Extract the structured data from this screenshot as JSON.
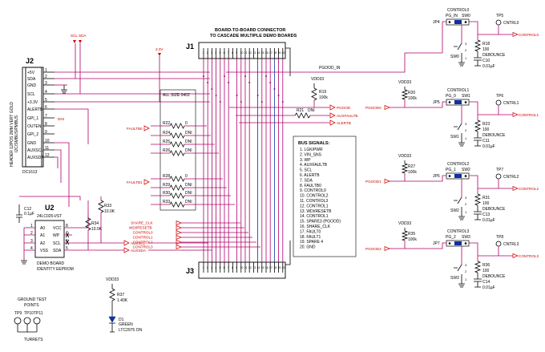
{
  "j2": {
    "ref": "J2",
    "vertical_text": [
      "HEADER 12POS 2MM VERT GOLD",
      "I2C/SMBUS/PMBUS"
    ],
    "part": "DC1613",
    "pins": [
      "+5V",
      "SDA",
      "GND",
      "SCL",
      "+3.3V",
      "ALERTB",
      "GPI_1",
      "OUTEN",
      "GPI_2",
      "GND",
      "AUXSCL",
      "AUXSDA"
    ],
    "pin_numbers": [
      "1",
      "2",
      "3",
      "4",
      "5",
      "6",
      "7",
      "8",
      "9",
      "10",
      "11",
      "12"
    ],
    "dni": "DNI"
  },
  "top_labels": {
    "scl_sda": "SCL SDA",
    "v33": "3.3V"
  },
  "j1": {
    "ref": "J1",
    "title_line1": "BOARD-TO-BOARD CONNECTOR",
    "title_line2": "TO CASCADE MULTIPLE DEMO BOARDS"
  },
  "j3": {
    "ref": "J3"
  },
  "pgood_in": "PGOOD_IN",
  "r19": {
    "supply": "VDD33",
    "ref": "R19",
    "value": "100k"
  },
  "r21": {
    "ref": "R21",
    "value": "DNI"
  },
  "nets_right": {
    "pgood": "PGOOD",
    "auxfaultb": "AUXFAULTB",
    "alertb": "ALERTB"
  },
  "array": {
    "title": "ALL SIZE 0402",
    "rows": [
      {
        "ref": "R22",
        "value": "0"
      },
      {
        "ref": "R24",
        "value": "DNI"
      },
      {
        "ref": "R25",
        "value": "DNI"
      },
      {
        "ref": "R26",
        "value": "DNI"
      },
      {
        "ref": "R28",
        "value": "0"
      },
      {
        "ref": "R29",
        "value": "DNI"
      },
      {
        "ref": "R30",
        "value": "DNI"
      },
      {
        "ref": "R33",
        "value": "DNI"
      }
    ]
  },
  "fault_labels": {
    "f0": "FAULTB0",
    "f1": "FAULTB1"
  },
  "bottom_nets": [
    "SHARE_CLK",
    "WDI/RESETB",
    "CONTROL0",
    "CONTROL1",
    "CONTROL2",
    "CONTROL3"
  ],
  "bus_signals": {
    "title": "BUS SIGNALS:",
    "items": [
      "1. LGK/PWR",
      "2. VIN_SNS",
      "3. WP",
      "4. AUXFAULTB",
      "5. SCL",
      "6. ALERTB",
      "7. SDA",
      "8. FAULTB0",
      "9. CONTROL0",
      "10. CONTROL2",
      "11. CONTROL3",
      "12. CONTROL1",
      "13. WDI/RESETB",
      "14. CONTROL1",
      "15. SPARE3 (PGOOD)",
      "16. SHARE_CLK",
      "17. FAULT0",
      "18. FAULT1",
      "19. SPARE 4",
      "20. GND"
    ]
  },
  "u2": {
    "ref": "U2",
    "part": "24LC025-I/ST",
    "left_pins": [
      "A0",
      "A1",
      "A2",
      "VSS"
    ],
    "right_pins": [
      "VCC",
      "WP",
      "SCL",
      "SDA"
    ],
    "caption_line1": "DEMO BOARD",
    "caption_line2": "IDENTITY EEPROM",
    "left_nums": [
      "1",
      "2",
      "3",
      "4"
    ],
    "right_nums": [
      "8",
      "7",
      "6",
      "5"
    ]
  },
  "c12": {
    "ref": "C12",
    "value": "0.1µF"
  },
  "r33b": {
    "ref": "R33",
    "value": "10.0K"
  },
  "r34": {
    "ref": "R34",
    "value": "10.0K"
  },
  "aux_nets": {
    "scl": "AUXSCL",
    "sda": "AUXSDA"
  },
  "led": {
    "supply": "VDD33",
    "r_ref": "R37",
    "r_value": "1.40K",
    "d_ref": "D1",
    "d_color": "GREEN",
    "d_part": "LTC2975 ON"
  },
  "ground_tps": {
    "title_line1": "GROUND TEST",
    "title_line2": "POINTS",
    "labels": [
      "TP9",
      "TP10",
      "TP11"
    ],
    "caption": "TURRETS"
  },
  "channels": [
    {
      "title": "CONTROL0",
      "pg": "PG_IN",
      "sw": "SW0",
      "jp": "JP4",
      "tp": "TP5",
      "tp_net": "CNTRL0",
      "net": "CONTROL0",
      "r_ref": "R18",
      "r_val": "100",
      "debounce": "DEBOUNCE",
      "c_ref": "C10",
      "c_val": "0.01µF",
      "pg_net": "",
      "supply": "",
      "rp_ref": "",
      "rp_val": ""
    },
    {
      "title": "CONTROL1",
      "pg": "PG_0",
      "sw": "SW1",
      "jp": "JP5",
      "tp": "TP6",
      "tp_net": "CNTRL1",
      "net": "CONTROL1",
      "r_ref": "R23",
      "r_val": "100",
      "debounce": "DEBOUNCE",
      "c_ref": "C11",
      "c_val": "0.01µF",
      "pg_net": "PGOOD0",
      "supply": "VDD33",
      "rp_ref": "R20",
      "rp_val": "100k"
    },
    {
      "title": "CONTROL2",
      "pg": "PG_1",
      "sw": "SW2",
      "jp": "JP6",
      "tp": "TP7",
      "tp_net": "CNTRL2",
      "net": "CONTROL2",
      "r_ref": "R31",
      "r_val": "100",
      "debounce": "DEBOUNCE",
      "c_ref": "C13",
      "c_val": "0.01µF",
      "pg_net": "PGOOD1",
      "supply": "VDD33",
      "rp_ref": "R27",
      "rp_val": "100k"
    },
    {
      "title": "CONTROL3",
      "pg": "PG_2",
      "sw": "SW3",
      "jp": "JP7",
      "tp": "TP8",
      "tp_net": "CNTRL3",
      "net": "CONTROL3",
      "r_ref": "R36",
      "r_val": "100",
      "debounce": "DEBOUNCE",
      "c_ref": "C14",
      "c_val": "0.01µF",
      "pg_net": "PGOOD2",
      "supply": "VDD33",
      "rp_ref": "R35",
      "rp_val": "100k"
    }
  ],
  "sw_pins": {
    "a": "3",
    "b": "2",
    "c": "1"
  }
}
